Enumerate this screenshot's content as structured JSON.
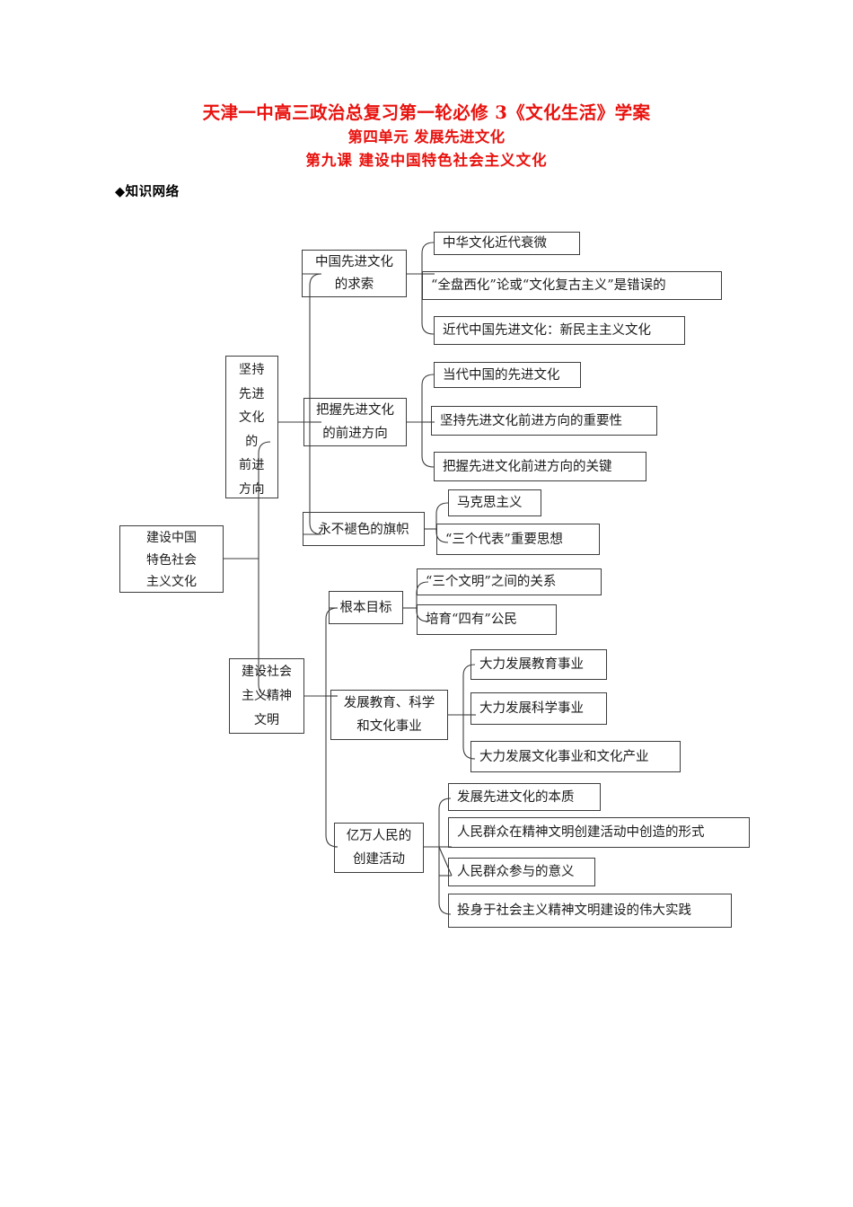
{
  "header": {
    "line1": "天津一中高三政治总复习第一轮必修 3《文化生活》学案",
    "line2": "第四单元  发展先进文化",
    "line3": "第九课    建设中国特色社会主义文化",
    "title_color": "#e8120e"
  },
  "section": {
    "label": "◆知识网络"
  },
  "diagram": {
    "type": "mindmap",
    "root": "建设中国\n特色社会\n主义文化",
    "branches": [
      {
        "label": "坚持\n先进\n文化\n的\n前进\n方向",
        "children": [
          {
            "label": "中国先进文化\n的求索",
            "children": [
              "中华文化近代衰微",
              "“全盘西化”论或“文化复古主义”是错误的",
              "近代中国先进文化：新民主主义文化"
            ]
          },
          {
            "label": "把握先进文化\n的前进方向",
            "children": [
              "当代中国的先进文化",
              "坚持先进文化前进方向的重要性",
              "把握先进文化前进方向的关键"
            ]
          },
          {
            "label": "永不褪色的旗帜",
            "children": [
              "马克思主义",
              "“三个代表”重要思想"
            ]
          }
        ]
      },
      {
        "label": "建设社会\n主义精神\n文明",
        "children": [
          {
            "label": "根本目标",
            "children": [
              "“三个文明”之间的关系",
              "培育“四有”公民"
            ]
          },
          {
            "label": "发展教育、科学\n和文化事业",
            "children": [
              "大力发展教育事业",
              "大力发展科学事业",
              "大力发展文化事业和文化产业"
            ]
          },
          {
            "label": "亿万人民的\n创建活动",
            "children": [
              "发展先进文化的本质",
              "人民群众在精神文明创建活动中创造的形式",
              "人民群众参与的意义",
              "投身于社会主义精神文明建设的伟大实践"
            ]
          }
        ]
      }
    ]
  }
}
